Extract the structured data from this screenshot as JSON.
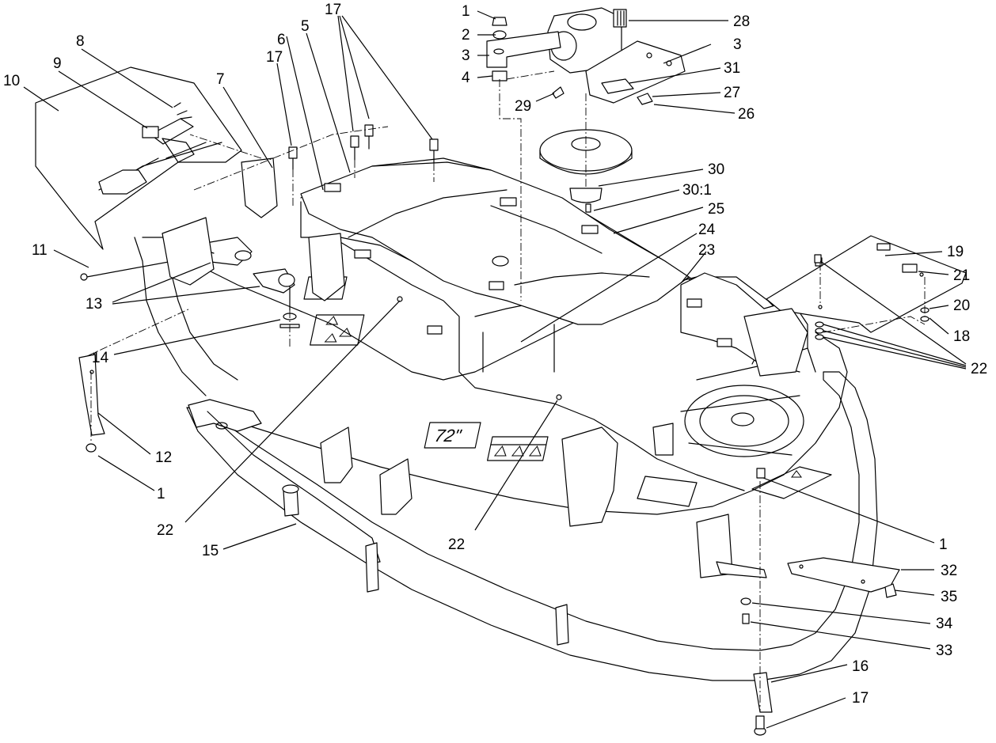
{
  "callouts": [
    {
      "id": "c1a",
      "text": "1"
    },
    {
      "id": "c2",
      "text": "2"
    },
    {
      "id": "c3a",
      "text": "3"
    },
    {
      "id": "c4",
      "text": "4"
    },
    {
      "id": "c28",
      "text": "28"
    },
    {
      "id": "c3b",
      "text": "3"
    },
    {
      "id": "c31",
      "text": "31"
    },
    {
      "id": "c27",
      "text": "27"
    },
    {
      "id": "c26",
      "text": "26"
    },
    {
      "id": "c29",
      "text": "29"
    },
    {
      "id": "c30",
      "text": "30"
    },
    {
      "id": "c301",
      "text": "30:1"
    },
    {
      "id": "c25",
      "text": "25"
    },
    {
      "id": "c24",
      "text": "24"
    },
    {
      "id": "c23",
      "text": "23"
    },
    {
      "id": "c19",
      "text": "19"
    },
    {
      "id": "c21",
      "text": "21"
    },
    {
      "id": "c20",
      "text": "20"
    },
    {
      "id": "c18",
      "text": "18"
    },
    {
      "id": "c22a",
      "text": "22"
    },
    {
      "id": "c17a",
      "text": "17"
    },
    {
      "id": "c17b",
      "text": "17"
    },
    {
      "id": "c8",
      "text": "8"
    },
    {
      "id": "c9",
      "text": "9"
    },
    {
      "id": "c10",
      "text": "10"
    },
    {
      "id": "c7",
      "text": "7"
    },
    {
      "id": "c6",
      "text": "6"
    },
    {
      "id": "c5",
      "text": "5"
    },
    {
      "id": "c11",
      "text": "11"
    },
    {
      "id": "c13",
      "text": "13"
    },
    {
      "id": "c14",
      "text": "14"
    },
    {
      "id": "c12",
      "text": "12"
    },
    {
      "id": "c1b",
      "text": "1"
    },
    {
      "id": "c22b",
      "text": "22"
    },
    {
      "id": "c15",
      "text": "15"
    },
    {
      "id": "c22c",
      "text": "22"
    },
    {
      "id": "c1c",
      "text": "1"
    },
    {
      "id": "c32",
      "text": "32"
    },
    {
      "id": "c35",
      "text": "35"
    },
    {
      "id": "c34",
      "text": "34"
    },
    {
      "id": "c33",
      "text": "33"
    },
    {
      "id": "c16",
      "text": "16"
    },
    {
      "id": "c17c",
      "text": "17"
    }
  ],
  "deck_decal": "72\""
}
